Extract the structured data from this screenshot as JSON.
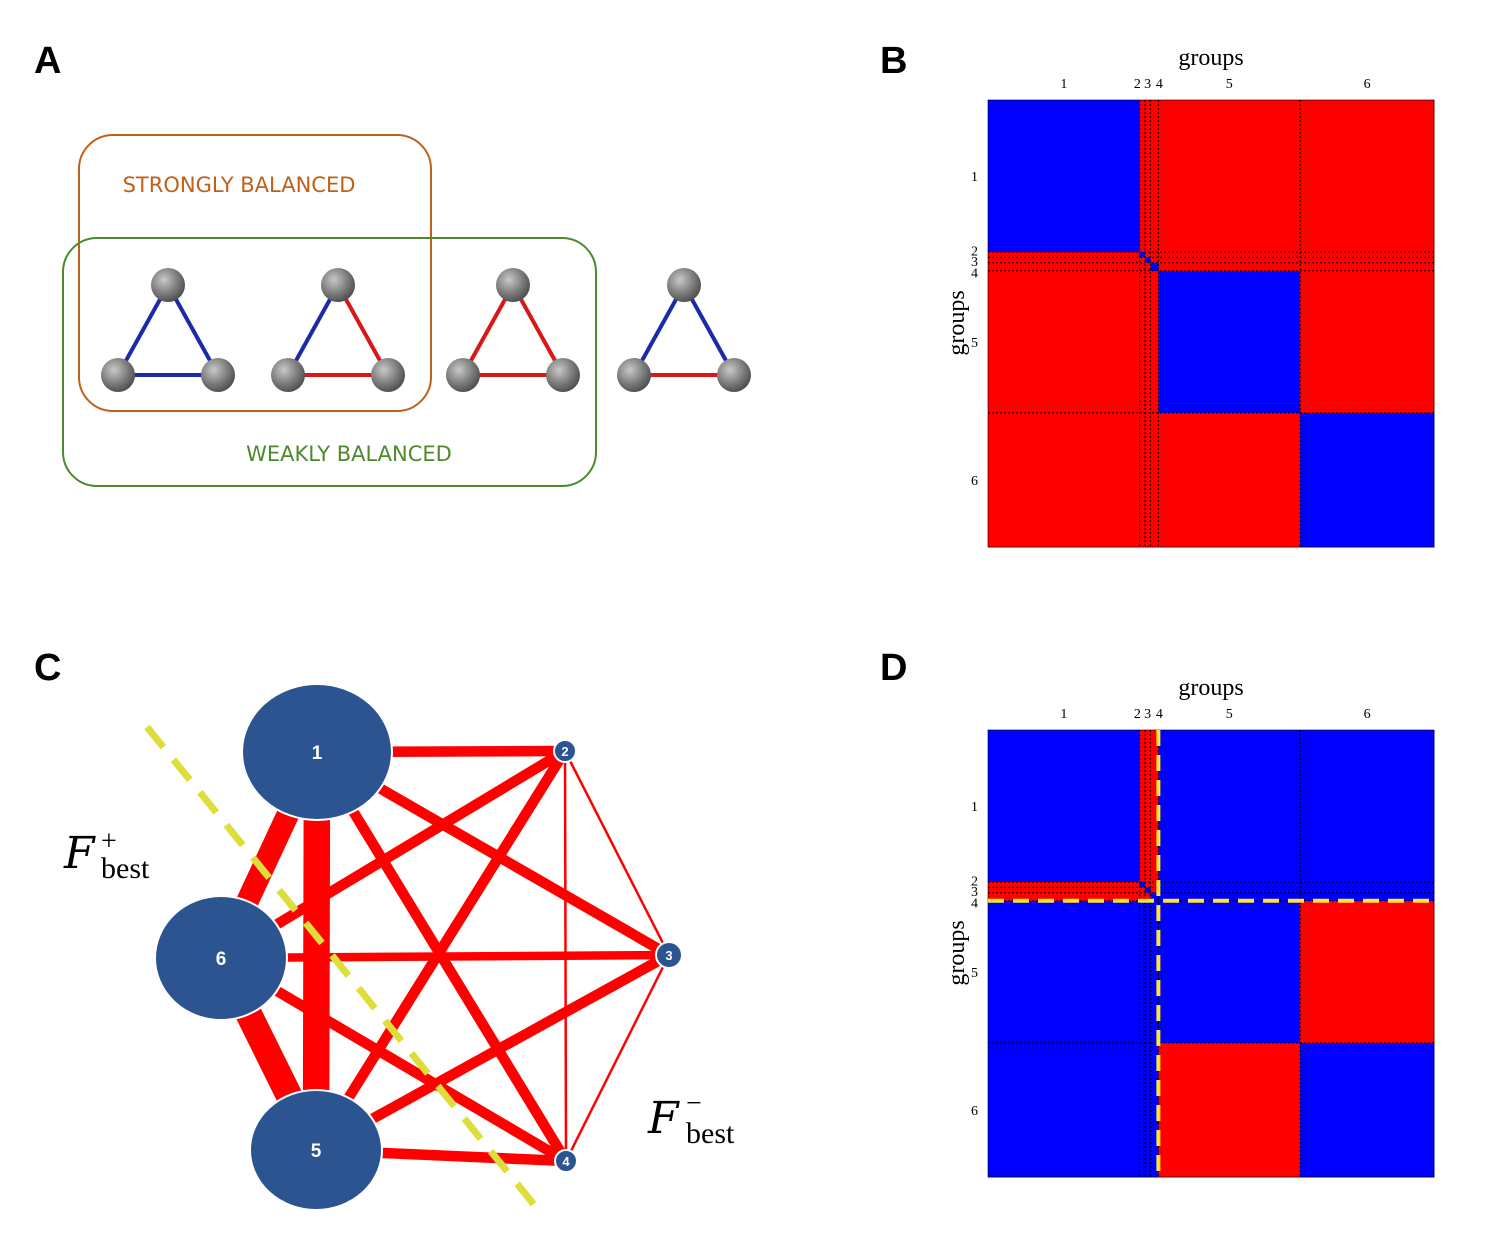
{
  "panels": {
    "a": "A",
    "b": "B",
    "c": "C",
    "d": "D"
  },
  "panel_a": {
    "strong_label": "STRONGLY BALANCED",
    "weak_label": "WEAKLY BALANCED",
    "colors": {
      "strong_box": "#c0601a",
      "weak_box": "#4c8a2c",
      "positive": "#1a2aa8",
      "negative": "#d81818",
      "node": "#7a7a7a"
    },
    "triads": [
      {
        "edges": {
          "left": "positive",
          "right": "positive",
          "bottom": "positive"
        }
      },
      {
        "edges": {
          "left": "positive",
          "right": "negative",
          "bottom": "negative"
        }
      },
      {
        "edges": {
          "left": "negative",
          "right": "negative",
          "bottom": "negative"
        }
      },
      {
        "edges": {
          "left": "positive",
          "right": "positive",
          "bottom": "negative"
        }
      }
    ]
  },
  "matrix_common": {
    "axis_label": "groups",
    "groups": [
      "1",
      "2",
      "3",
      "4",
      "5",
      "6"
    ],
    "group_fractions": [
      0.34,
      0.012,
      0.012,
      0.018,
      0.318,
      0.3
    ],
    "colors": {
      "positive": "#0000ff",
      "negative": "#ff0000",
      "highlight": "#ffe633"
    }
  },
  "panel_b": {
    "pattern": [
      [
        "+",
        "-",
        "-",
        "-",
        "-",
        "-"
      ],
      [
        "-",
        "+",
        "-",
        "-",
        "-",
        "-"
      ],
      [
        "-",
        "-",
        "+",
        "-",
        "-",
        "-"
      ],
      [
        "-",
        "-",
        "-",
        "+",
        "-",
        "-"
      ],
      [
        "-",
        "-",
        "-",
        "-",
        "+",
        "-"
      ],
      [
        "-",
        "-",
        "-",
        "-",
        "-",
        "+"
      ]
    ]
  },
  "panel_d": {
    "pattern": [
      [
        "+",
        "-",
        "-",
        "-",
        "+",
        "+"
      ],
      [
        "-",
        "+",
        "-",
        "-",
        "+",
        "+"
      ],
      [
        "-",
        "-",
        "+",
        "-",
        "+",
        "+"
      ],
      [
        "-",
        "-",
        "-",
        "+",
        "+",
        "+"
      ],
      [
        "+",
        "+",
        "+",
        "+",
        "+",
        "-"
      ],
      [
        "+",
        "+",
        "+",
        "+",
        "-",
        "+"
      ]
    ],
    "split_after_group": "4"
  },
  "panel_c": {
    "nodes": [
      {
        "id": "1",
        "size": "large"
      },
      {
        "id": "2",
        "size": "small"
      },
      {
        "id": "3",
        "size": "small"
      },
      {
        "id": "4",
        "size": "small"
      },
      {
        "id": "5",
        "size": "large"
      },
      {
        "id": "6",
        "size": "large"
      }
    ],
    "edges": [
      {
        "from": "1",
        "to": "2",
        "weight": 3
      },
      {
        "from": "1",
        "to": "3",
        "weight": 3
      },
      {
        "from": "1",
        "to": "4",
        "weight": 3
      },
      {
        "from": "1",
        "to": "5",
        "weight": 7
      },
      {
        "from": "1",
        "to": "6",
        "weight": 6
      },
      {
        "from": "2",
        "to": "3",
        "weight": 1
      },
      {
        "from": "2",
        "to": "4",
        "weight": 1
      },
      {
        "from": "2",
        "to": "5",
        "weight": 3
      },
      {
        "from": "2",
        "to": "6",
        "weight": 3
      },
      {
        "from": "3",
        "to": "4",
        "weight": 1
      },
      {
        "from": "3",
        "to": "5",
        "weight": 3
      },
      {
        "from": "3",
        "to": "6",
        "weight": 2.5
      },
      {
        "from": "4",
        "to": "5",
        "weight": 3
      },
      {
        "from": "4",
        "to": "6",
        "weight": 3
      },
      {
        "from": "5",
        "to": "6",
        "weight": 7
      }
    ],
    "f_plus": {
      "main": "F",
      "sup": "+",
      "sub": "best"
    },
    "f_minus": {
      "main": "F",
      "sup": "−",
      "sub": "best"
    },
    "colors": {
      "node": "#2c5491",
      "edge": "#ff0000",
      "divider": "#dede3a"
    }
  }
}
